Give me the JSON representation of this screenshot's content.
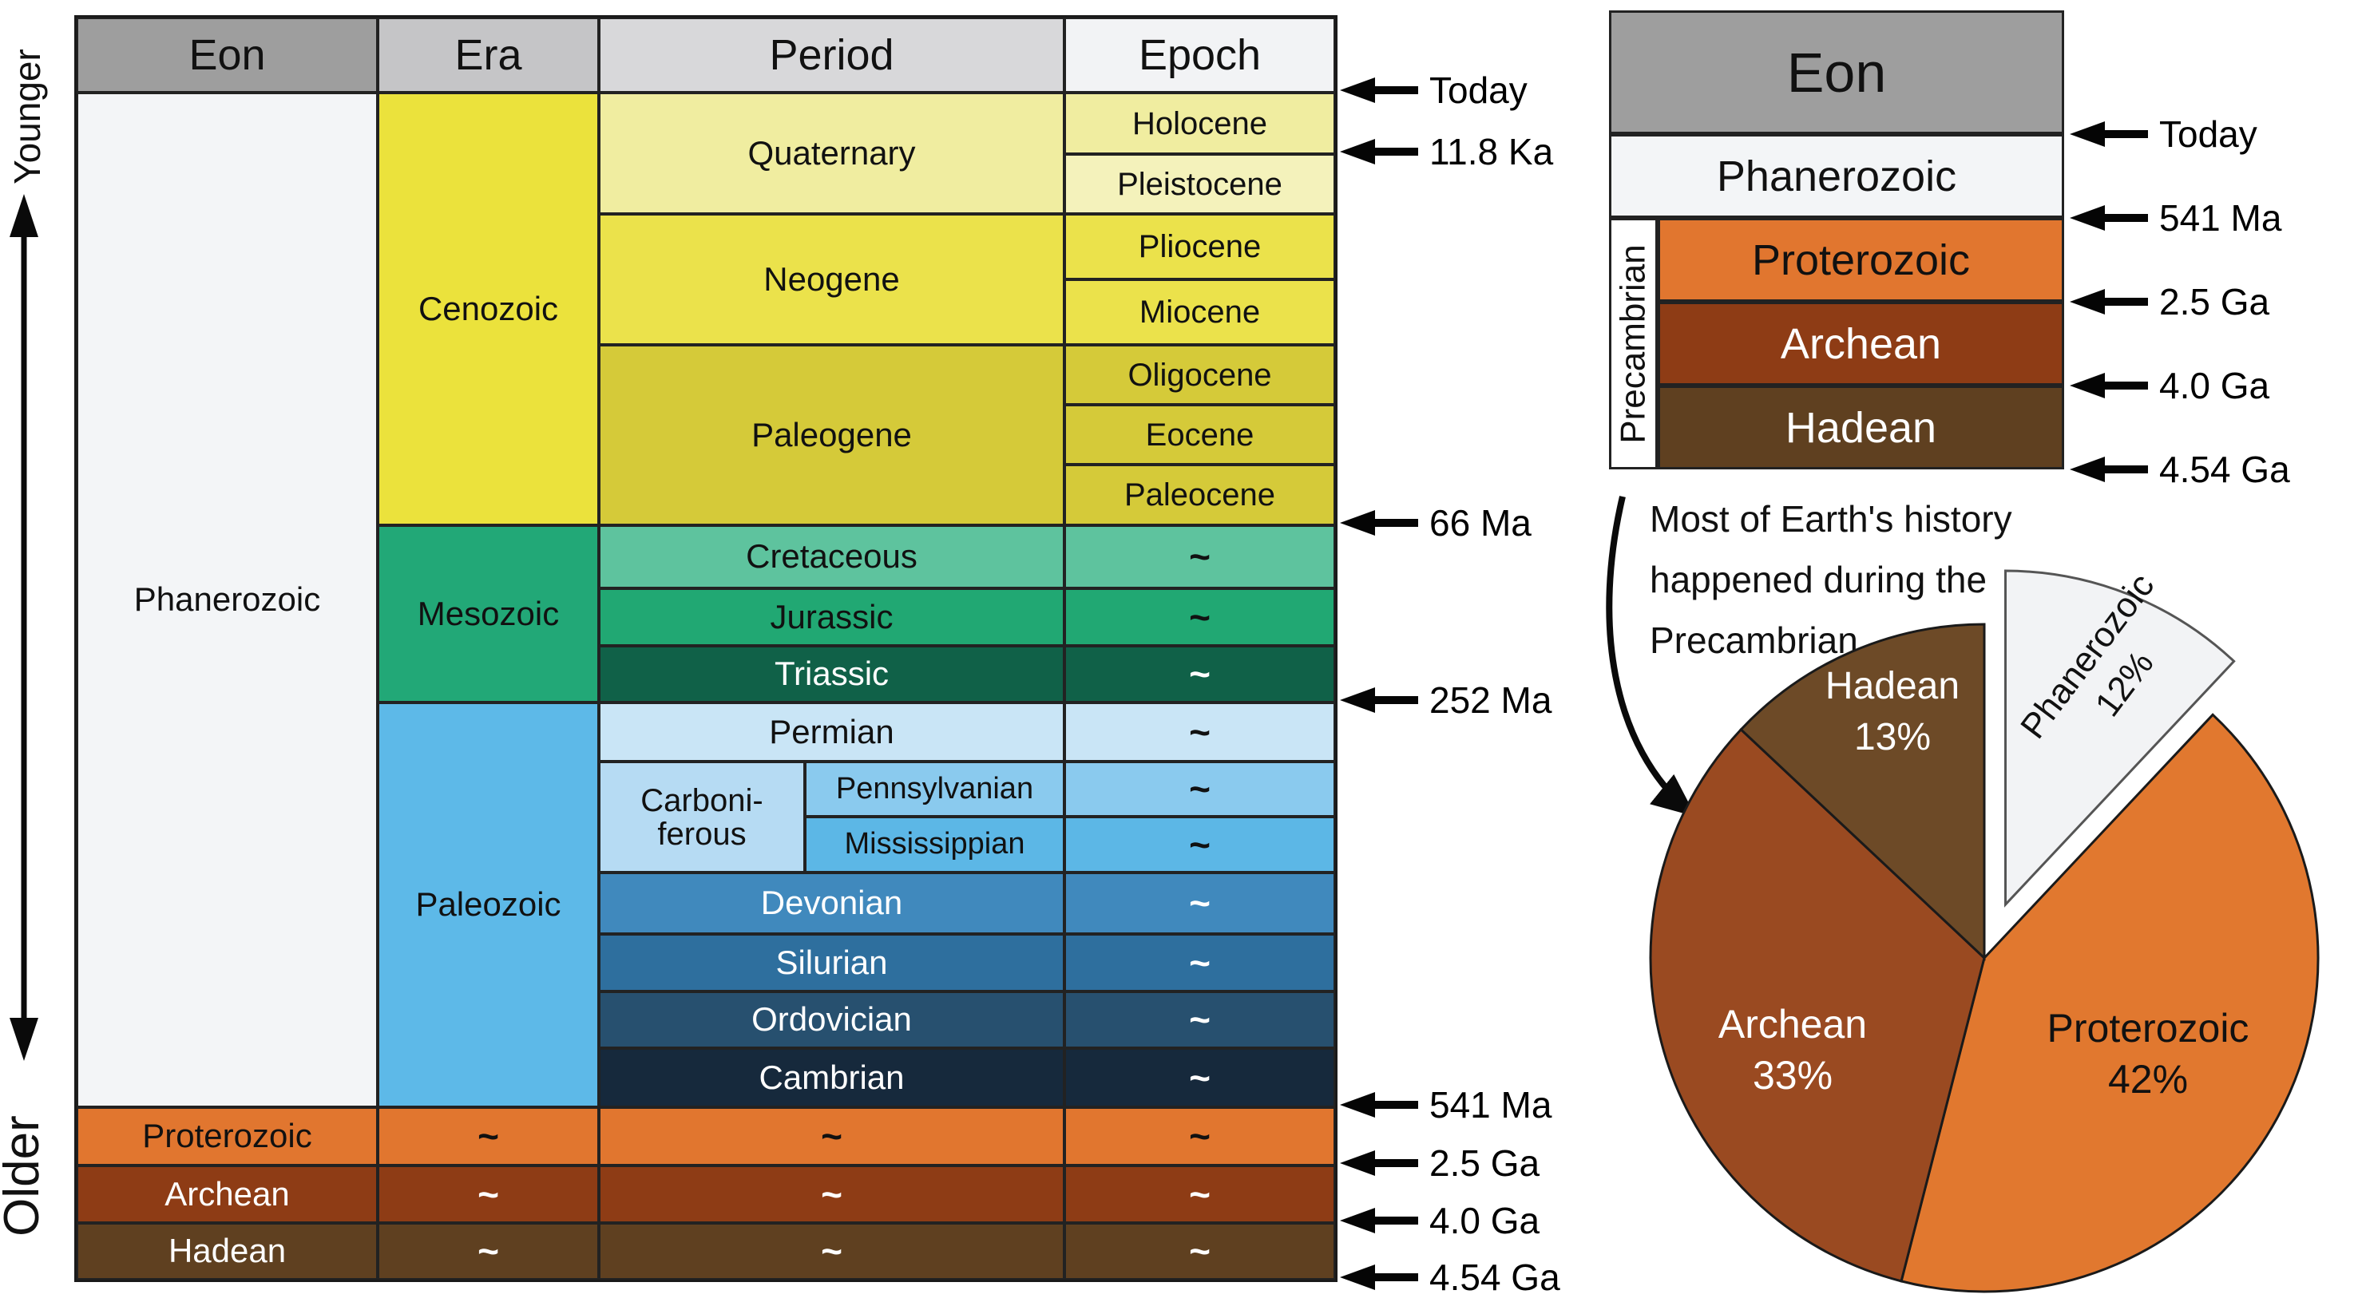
{
  "left_axis": {
    "younger_label": "Younger",
    "older_label": "Older"
  },
  "main_table": {
    "tilde": "~",
    "cells": [
      {
        "name": "header-eon",
        "label": "Eon",
        "col": 1,
        "row": 1,
        "bg": "#9e9e9e",
        "header": true
      },
      {
        "name": "header-era",
        "label": "Era",
        "col": 2,
        "row": 1,
        "bg": "#c5c5c7",
        "header": true
      },
      {
        "name": "header-period",
        "label": "Period",
        "col": 3,
        "colspan": 2,
        "row": 1,
        "bg": "#d8d8da",
        "header": true
      },
      {
        "name": "header-epoch",
        "label": "Epoch",
        "col": 5,
        "row": 1,
        "bg": "#f2f3f5",
        "header": true
      },
      {
        "name": "eon-phanerozoic",
        "label": "Phanerozoic",
        "col": 1,
        "row": 2,
        "rowspan": 17,
        "bg": "#f3f5f7"
      },
      {
        "name": "era-cenozoic",
        "label": "Cenozoic",
        "col": 2,
        "row": 2,
        "rowspan": 7,
        "bg": "#ebe23c"
      },
      {
        "name": "era-mesozoic",
        "label": "Mesozoic",
        "col": 2,
        "row": 9,
        "rowspan": 3,
        "bg": "#22a877"
      },
      {
        "name": "era-paleozoic",
        "label": "Paleozoic",
        "col": 2,
        "row": 12,
        "rowspan": 7,
        "bg": "#5db9e8"
      },
      {
        "name": "period-quaternary",
        "label": "Quaternary",
        "col": 3,
        "colspan": 2,
        "row": 2,
        "rowspan": 2,
        "bg": "#f0eda0"
      },
      {
        "name": "period-neogene",
        "label": "Neogene",
        "col": 3,
        "colspan": 2,
        "row": 4,
        "rowspan": 2,
        "bg": "#ebe24b"
      },
      {
        "name": "period-paleogene",
        "label": "Paleogene",
        "col": 3,
        "colspan": 2,
        "row": 6,
        "rowspan": 3,
        "bg": "#d5ca39"
      },
      {
        "name": "period-cretaceous",
        "label": "Cretaceous",
        "col": 3,
        "colspan": 2,
        "row": 9,
        "bg": "#5ec39e"
      },
      {
        "name": "period-jurassic",
        "label": "Jurassic",
        "col": 3,
        "colspan": 2,
        "row": 10,
        "bg": "#21a873"
      },
      {
        "name": "period-triassic",
        "label": "Triassic",
        "col": 3,
        "colspan": 2,
        "row": 11,
        "bg": "#106148",
        "fg": "#ffffff"
      },
      {
        "name": "period-permian",
        "label": "Permian",
        "col": 3,
        "colspan": 2,
        "row": 12,
        "bg": "#c9e5f6"
      },
      {
        "name": "period-carboniferous",
        "label": "Carboni-\nferous",
        "col": 3,
        "row": 13,
        "rowspan": 2,
        "bg": "#b6dbf3",
        "size": 40
      },
      {
        "name": "period-pennsylvanian",
        "label": "Pennsylvanian",
        "col": 4,
        "row": 13,
        "bg": "#8acaee",
        "size": 38
      },
      {
        "name": "period-mississippian",
        "label": "Mississippian",
        "col": 4,
        "row": 14,
        "bg": "#5cb7e6",
        "size": 38
      },
      {
        "name": "period-devonian",
        "label": "Devonian",
        "col": 3,
        "colspan": 2,
        "row": 15,
        "bg": "#4089bd",
        "fg": "#ffffff"
      },
      {
        "name": "period-silurian",
        "label": "Silurian",
        "col": 3,
        "colspan": 2,
        "row": 16,
        "bg": "#2e6f9e",
        "fg": "#ffffff"
      },
      {
        "name": "period-ordovician",
        "label": "Ordovician",
        "col": 3,
        "colspan": 2,
        "row": 17,
        "bg": "#27506f",
        "fg": "#ffffff"
      },
      {
        "name": "period-cambrian",
        "label": "Cambrian",
        "col": 3,
        "colspan": 2,
        "row": 18,
        "bg": "#16293c",
        "fg": "#ffffff"
      },
      {
        "name": "epoch-holocene",
        "label": "Holocene",
        "col": 5,
        "row": 2,
        "bg": "#f0eda0",
        "size": 40
      },
      {
        "name": "epoch-pleistocene",
        "label": "Pleistocene",
        "col": 5,
        "row": 3,
        "bg": "#f4f2bb",
        "size": 40
      },
      {
        "name": "epoch-pliocene",
        "label": "Pliocene",
        "col": 5,
        "row": 4,
        "bg": "#ebe24b",
        "size": 40
      },
      {
        "name": "epoch-miocene",
        "label": "Miocene",
        "col": 5,
        "row": 5,
        "bg": "#ebe24b",
        "size": 40
      },
      {
        "name": "epoch-oligocene",
        "label": "Oligocene",
        "col": 5,
        "row": 6,
        "bg": "#d5ca39",
        "size": 40
      },
      {
        "name": "epoch-eocene",
        "label": "Eocene",
        "col": 5,
        "row": 7,
        "bg": "#d5ca39",
        "size": 40
      },
      {
        "name": "epoch-paleocene",
        "label": "Paleocene",
        "col": 5,
        "row": 8,
        "bg": "#d5ca39",
        "size": 40
      },
      {
        "name": "epoch-cretaceous-tilde",
        "label": "~",
        "col": 5,
        "row": 9,
        "bg": "#5ec39e",
        "tilde": true
      },
      {
        "name": "epoch-jurassic-tilde",
        "label": "~",
        "col": 5,
        "row": 10,
        "bg": "#21a873",
        "tilde": true
      },
      {
        "name": "epoch-triassic-tilde",
        "label": "~",
        "col": 5,
        "row": 11,
        "bg": "#106148",
        "fg": "#ffffff",
        "tilde": true
      },
      {
        "name": "epoch-permian-tilde",
        "label": "~",
        "col": 5,
        "row": 12,
        "bg": "#c9e5f6",
        "tilde": true
      },
      {
        "name": "epoch-pennsylvanian-tilde",
        "label": "~",
        "col": 5,
        "row": 13,
        "bg": "#8acaee",
        "tilde": true
      },
      {
        "name": "epoch-mississippian-tilde",
        "label": "~",
        "col": 5,
        "row": 14,
        "bg": "#5cb7e6",
        "tilde": true
      },
      {
        "name": "epoch-devonian-tilde",
        "label": "~",
        "col": 5,
        "row": 15,
        "bg": "#4089bd",
        "fg": "#ffffff",
        "tilde": true
      },
      {
        "name": "epoch-silurian-tilde",
        "label": "~",
        "col": 5,
        "row": 16,
        "bg": "#2e6f9e",
        "fg": "#ffffff",
        "tilde": true
      },
      {
        "name": "epoch-ordovician-tilde",
        "label": "~",
        "col": 5,
        "row": 17,
        "bg": "#27506f",
        "fg": "#ffffff",
        "tilde": true
      },
      {
        "name": "epoch-cambrian-tilde",
        "label": "~",
        "col": 5,
        "row": 18,
        "bg": "#16293c",
        "fg": "#ffffff",
        "tilde": true
      },
      {
        "name": "eon-proterozoic",
        "label": "Proterozoic",
        "col": 1,
        "row": 19,
        "bg": "#e1762f"
      },
      {
        "name": "era-proterozoic-tilde",
        "label": "~",
        "col": 2,
        "row": 19,
        "bg": "#e1762f",
        "tilde": true
      },
      {
        "name": "period-proterozoic-tilde",
        "label": "~",
        "col": 3,
        "colspan": 2,
        "row": 19,
        "bg": "#e1762f",
        "tilde": true
      },
      {
        "name": "epoch-proterozoic-tilde",
        "label": "~",
        "col": 5,
        "row": 19,
        "bg": "#e1762f",
        "tilde": true
      },
      {
        "name": "eon-archean",
        "label": "Archean",
        "col": 1,
        "row": 20,
        "bg": "#8e3c15",
        "fg": "#ffffff"
      },
      {
        "name": "era-archean-tilde",
        "label": "~",
        "col": 2,
        "row": 20,
        "bg": "#8e3c15",
        "fg": "#ffffff",
        "tilde": true
      },
      {
        "name": "period-archean-tilde",
        "label": "~",
        "col": 3,
        "colspan": 2,
        "row": 20,
        "bg": "#8e3c15",
        "fg": "#ffffff",
        "tilde": true
      },
      {
        "name": "epoch-archean-tilde",
        "label": "~",
        "col": 5,
        "row": 20,
        "bg": "#8e3c15",
        "fg": "#ffffff",
        "tilde": true
      },
      {
        "name": "eon-hadean",
        "label": "Hadean",
        "col": 1,
        "row": 21,
        "bg": "#5f4020",
        "fg": "#ffffff"
      },
      {
        "name": "era-hadean-tilde",
        "label": "~",
        "col": 2,
        "row": 21,
        "bg": "#5f4020",
        "fg": "#ffffff",
        "tilde": true
      },
      {
        "name": "period-hadean-tilde",
        "label": "~",
        "col": 3,
        "colspan": 2,
        "row": 21,
        "bg": "#5f4020",
        "fg": "#ffffff",
        "tilde": true
      },
      {
        "name": "epoch-hadean-tilde",
        "label": "~",
        "col": 5,
        "row": 21,
        "bg": "#5f4020",
        "fg": "#ffffff",
        "tilde": true
      }
    ]
  },
  "age_markers_main": [
    "Today",
    "11.8 Ka",
    "66 Ma",
    "252 Ma",
    "541 Ma",
    "2.5 Ga",
    "4.0 Ga",
    "4.54 Ga"
  ],
  "age_markers_summary": [
    "Today",
    "541 Ma",
    "2.5 Ga",
    "4.0 Ga",
    "4.54 Ga"
  ],
  "eon_summary": {
    "header": "Eon",
    "precambrian_label": "Precambrian",
    "rows": [
      {
        "name": "phanerozoic",
        "label": "Phanerozoic",
        "bg": "#f3f5f7",
        "fg": "#111111"
      },
      {
        "name": "proterozoic",
        "label": "Proterozoic",
        "bg": "#e1762f",
        "fg": "#111111"
      },
      {
        "name": "archean",
        "label": "Archean",
        "bg": "#8e3c15",
        "fg": "#ffffff"
      },
      {
        "name": "hadean",
        "label": "Hadean",
        "bg": "#5f4020",
        "fg": "#ffffff"
      }
    ]
  },
  "annotation": {
    "lines": [
      "Most of Earth's history",
      "happened during the",
      "Precambrian."
    ]
  },
  "chart_data": {
    "type": "pie",
    "direction": "clockwise",
    "start_angle_deg": 0,
    "unit": "percent of Earth's history",
    "slices": [
      {
        "label": "Phanerozoic",
        "value": 12,
        "color": "#f2f3f5",
        "text_color": "#111111",
        "exploded": true
      },
      {
        "label": "Proterozoic",
        "value": 42,
        "color": "#e1782f",
        "text_color": "#111111",
        "exploded": false
      },
      {
        "label": "Archean",
        "value": 33,
        "color": "#9a4a21",
        "text_color": "#ffffff",
        "exploded": false
      },
      {
        "label": "Hadean",
        "value": 13,
        "color": "#6d4a27",
        "text_color": "#ffffff",
        "exploded": false
      }
    ]
  }
}
